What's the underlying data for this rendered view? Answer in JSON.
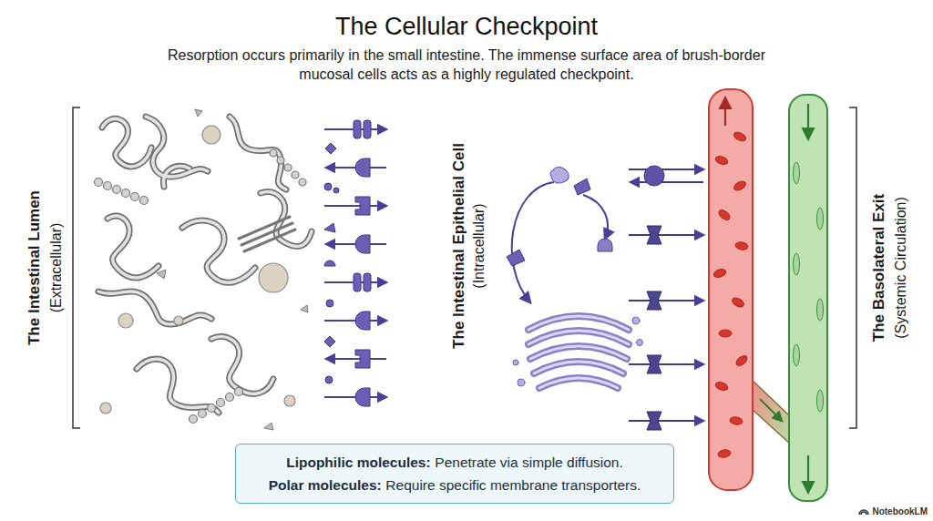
{
  "diagram": {
    "title": "The Cellular Checkpoint",
    "nodes": [
      {
        "text": [
          "The Intestinal Epithelial Cell",
          "(Intracellular)"
        ]
      },
      {
        "text": [
          "Lipophilic molecules:",
          "Penetrate via simple diffusion.",
          "Polar molecules:",
          "Require specific membrane transporters."
        ]
      }
    ],
    "labels": [
      "Resorption occurs primarily in the small intestine. The immense surface area of brush-border mucosal cells acts as a highly regulated checkpoint.",
      "The Intestinal Lumen",
      "(Extracellular)",
      "The Basolateral Exit",
      "(Systemic Circulation)",
      "NotebookLM"
    ]
  }
}
